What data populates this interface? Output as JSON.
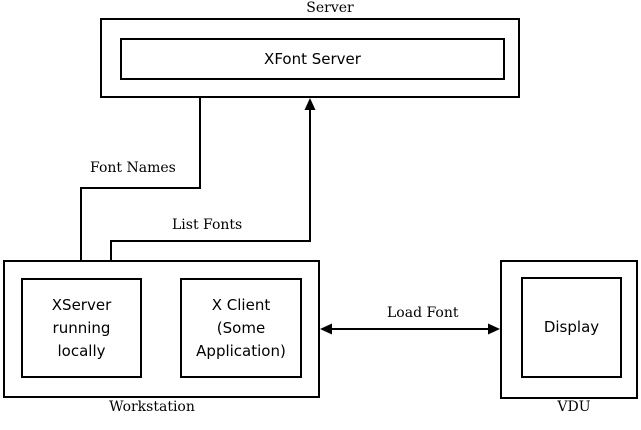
{
  "colors": {
    "background": "#ffffff",
    "line": "#000000",
    "text": "#000000"
  },
  "nodes": {
    "server": {
      "title": "Server",
      "xfont_server": "XFont Server"
    },
    "workstation": {
      "title": "Workstation",
      "xserver": "XServer\nrunning\nlocally",
      "xclient": "X Client\n(Some\nApplication)"
    },
    "vdu": {
      "title": "VDU",
      "display": "Display"
    }
  },
  "edges": {
    "font_names": {
      "label": "Font Names"
    },
    "list_fonts": {
      "label": "List Fonts"
    },
    "load_font": {
      "label": "Load Font"
    }
  }
}
